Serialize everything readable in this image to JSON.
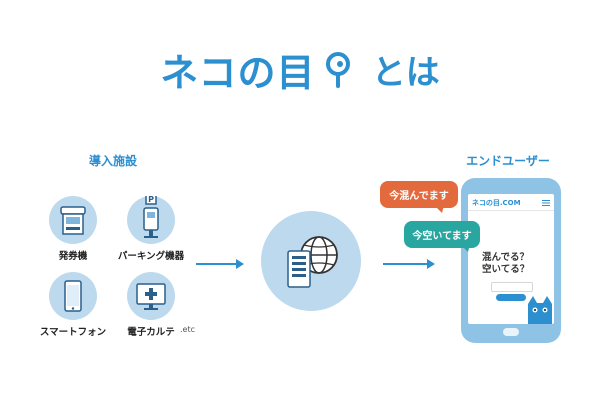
{
  "header": {
    "logo_text": "ネコの目",
    "title_suffix": "とは"
  },
  "left": {
    "heading": "導入施設",
    "facilities": [
      {
        "label": "発券機",
        "icon": "ticket-machine-icon"
      },
      {
        "label": "パーキング機器",
        "icon": "parking-meter-icon"
      },
      {
        "label": "スマートフォン",
        "icon": "smartphone-icon"
      },
      {
        "label": "電子カルテ",
        "icon": "medical-monitor-icon"
      }
    ],
    "etc": ".etc"
  },
  "center": {
    "icon": "server-globe-icon"
  },
  "right": {
    "heading": "エンドユーザー",
    "bubbles": [
      {
        "text": "今混んでます",
        "color": "#e36a3d"
      },
      {
        "text": "今空いてます",
        "color": "#2aa6a1"
      }
    ],
    "screen": {
      "logo": "ネコの目.COM",
      "question": "混んでる？\n空いてる？"
    }
  },
  "colors": {
    "accent": "#2b8fd0",
    "icon_bg": "#bcd9ee",
    "phone": "#8ec3e6"
  }
}
